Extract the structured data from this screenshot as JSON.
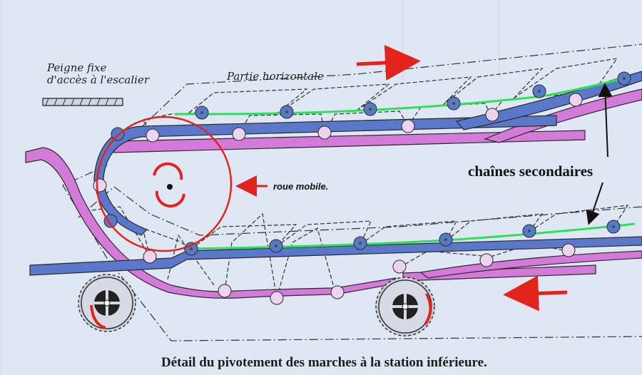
{
  "labels": {
    "peigne_line1": "Peigne fixe",
    "peigne_line2": "d'accès à l'escalier",
    "partie": "Partie horizontale",
    "roue": "roue mobile.",
    "chaines": "chaînes secondaires",
    "caption": "Détail du pivotement des marches à la station inférieure."
  },
  "colors": {
    "background": "#dfe7f5",
    "blue_track": "#5b77c9",
    "pink_track": "#d47ad9",
    "secondary_chain": "#2fe05a",
    "red_annotation": "#e3241c",
    "ink": "#222222"
  },
  "icons": {
    "direction_arrows": "arrow-right-icon / arrow-left-icon",
    "rotation": "rotate-clockwise-icon",
    "sprocket": "sprocket-wheel-icon"
  }
}
